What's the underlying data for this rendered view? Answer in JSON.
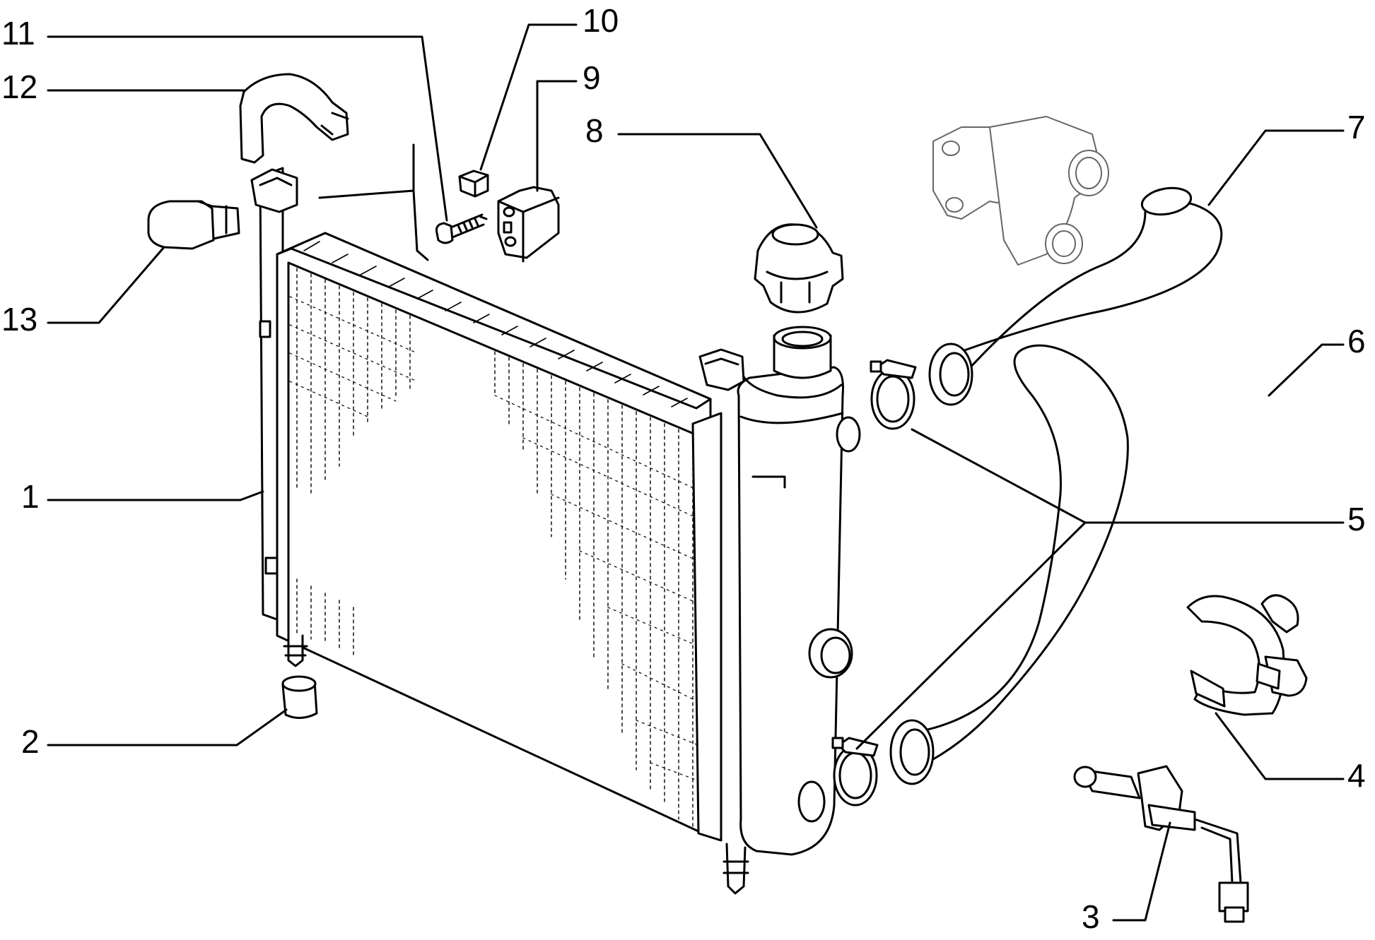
{
  "diagram": {
    "callouts": [
      "1",
      "2",
      "3",
      "4",
      "5",
      "6",
      "7",
      "8",
      "9",
      "10",
      "11",
      "12",
      "13"
    ]
  },
  "colors": {
    "line": "#000000",
    "fill": "#ffffff"
  }
}
